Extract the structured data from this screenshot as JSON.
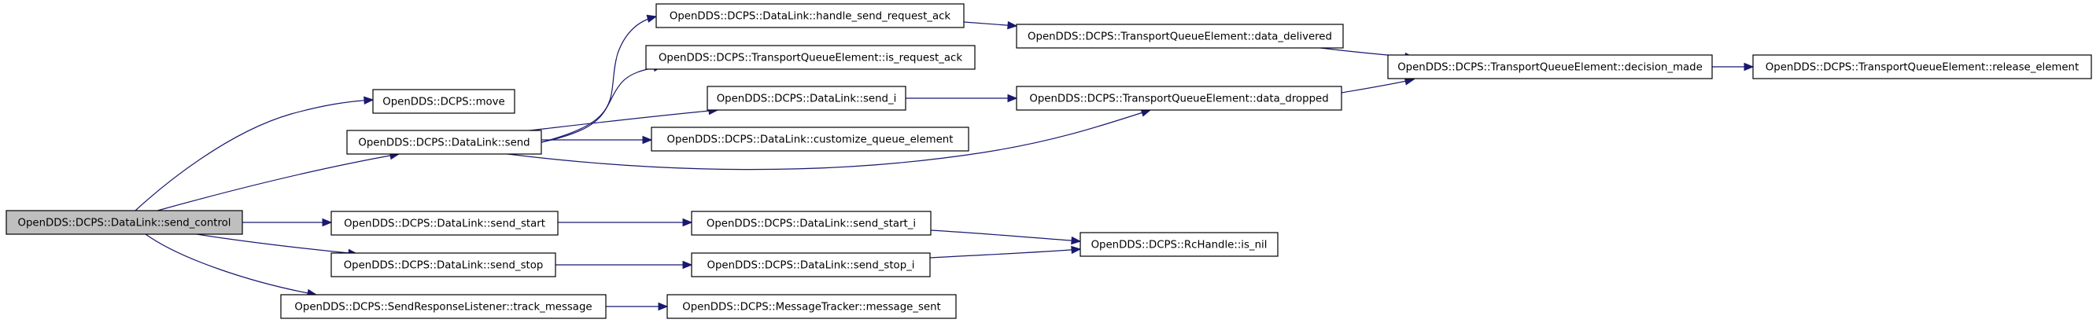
{
  "graph": {
    "nodes": [
      {
        "id": "send_control",
        "label": "OpenDDS::DCPS::DataLink::send_control",
        "highlighted": true
      },
      {
        "id": "move",
        "label": "OpenDDS::DCPS::move"
      },
      {
        "id": "send",
        "label": "OpenDDS::DCPS::DataLink::send"
      },
      {
        "id": "send_start",
        "label": "OpenDDS::DCPS::DataLink::send_start"
      },
      {
        "id": "send_stop",
        "label": "OpenDDS::DCPS::DataLink::send_stop"
      },
      {
        "id": "track_message",
        "label": "OpenDDS::DCPS::SendResponseListener::track_message"
      },
      {
        "id": "handle_send_request_ack",
        "label": "OpenDDS::DCPS::DataLink::handle_send_request_ack"
      },
      {
        "id": "is_request_ack",
        "label": "OpenDDS::DCPS::TransportQueueElement::is_request_ack"
      },
      {
        "id": "send_i",
        "label": "OpenDDS::DCPS::DataLink::send_i"
      },
      {
        "id": "customize_queue_element",
        "label": "OpenDDS::DCPS::DataLink::customize_queue_element"
      },
      {
        "id": "data_dropped",
        "label": "OpenDDS::DCPS::TransportQueueElement::data_dropped"
      },
      {
        "id": "data_delivered",
        "label": "OpenDDS::DCPS::TransportQueueElement::data_delivered"
      },
      {
        "id": "decision_made",
        "label": "OpenDDS::DCPS::TransportQueueElement::decision_made"
      },
      {
        "id": "release_element",
        "label": "OpenDDS::DCPS::TransportQueueElement::release_element"
      },
      {
        "id": "send_start_i",
        "label": "OpenDDS::DCPS::DataLink::send_start_i"
      },
      {
        "id": "send_stop_i",
        "label": "OpenDDS::DCPS::DataLink::send_stop_i"
      },
      {
        "id": "is_nil",
        "label": "OpenDDS::DCPS::RcHandle::is_nil"
      },
      {
        "id": "message_sent",
        "label": "OpenDDS::DCPS::MessageTracker::message_sent"
      }
    ],
    "edges": [
      {
        "from": "send_control",
        "to": "move"
      },
      {
        "from": "send_control",
        "to": "send"
      },
      {
        "from": "send_control",
        "to": "send_start"
      },
      {
        "from": "send_control",
        "to": "send_stop"
      },
      {
        "from": "send_control",
        "to": "track_message"
      },
      {
        "from": "send",
        "to": "handle_send_request_ack"
      },
      {
        "from": "send",
        "to": "is_request_ack"
      },
      {
        "from": "send",
        "to": "send_i"
      },
      {
        "from": "send",
        "to": "customize_queue_element"
      },
      {
        "from": "send",
        "to": "data_dropped"
      },
      {
        "from": "handle_send_request_ack",
        "to": "data_delivered"
      },
      {
        "from": "send_i",
        "to": "data_dropped"
      },
      {
        "from": "data_delivered",
        "to": "decision_made"
      },
      {
        "from": "data_dropped",
        "to": "decision_made"
      },
      {
        "from": "decision_made",
        "to": "release_element"
      },
      {
        "from": "send_start",
        "to": "send_start_i"
      },
      {
        "from": "send_start_i",
        "to": "is_nil"
      },
      {
        "from": "send_stop",
        "to": "send_stop_i"
      },
      {
        "from": "send_stop_i",
        "to": "is_nil"
      },
      {
        "from": "track_message",
        "to": "message_sent"
      }
    ]
  },
  "colors": {
    "highlight_fill": "#bfbfbf",
    "node_fill": "#ffffff",
    "node_stroke": "#000000",
    "edge": "#191970"
  }
}
